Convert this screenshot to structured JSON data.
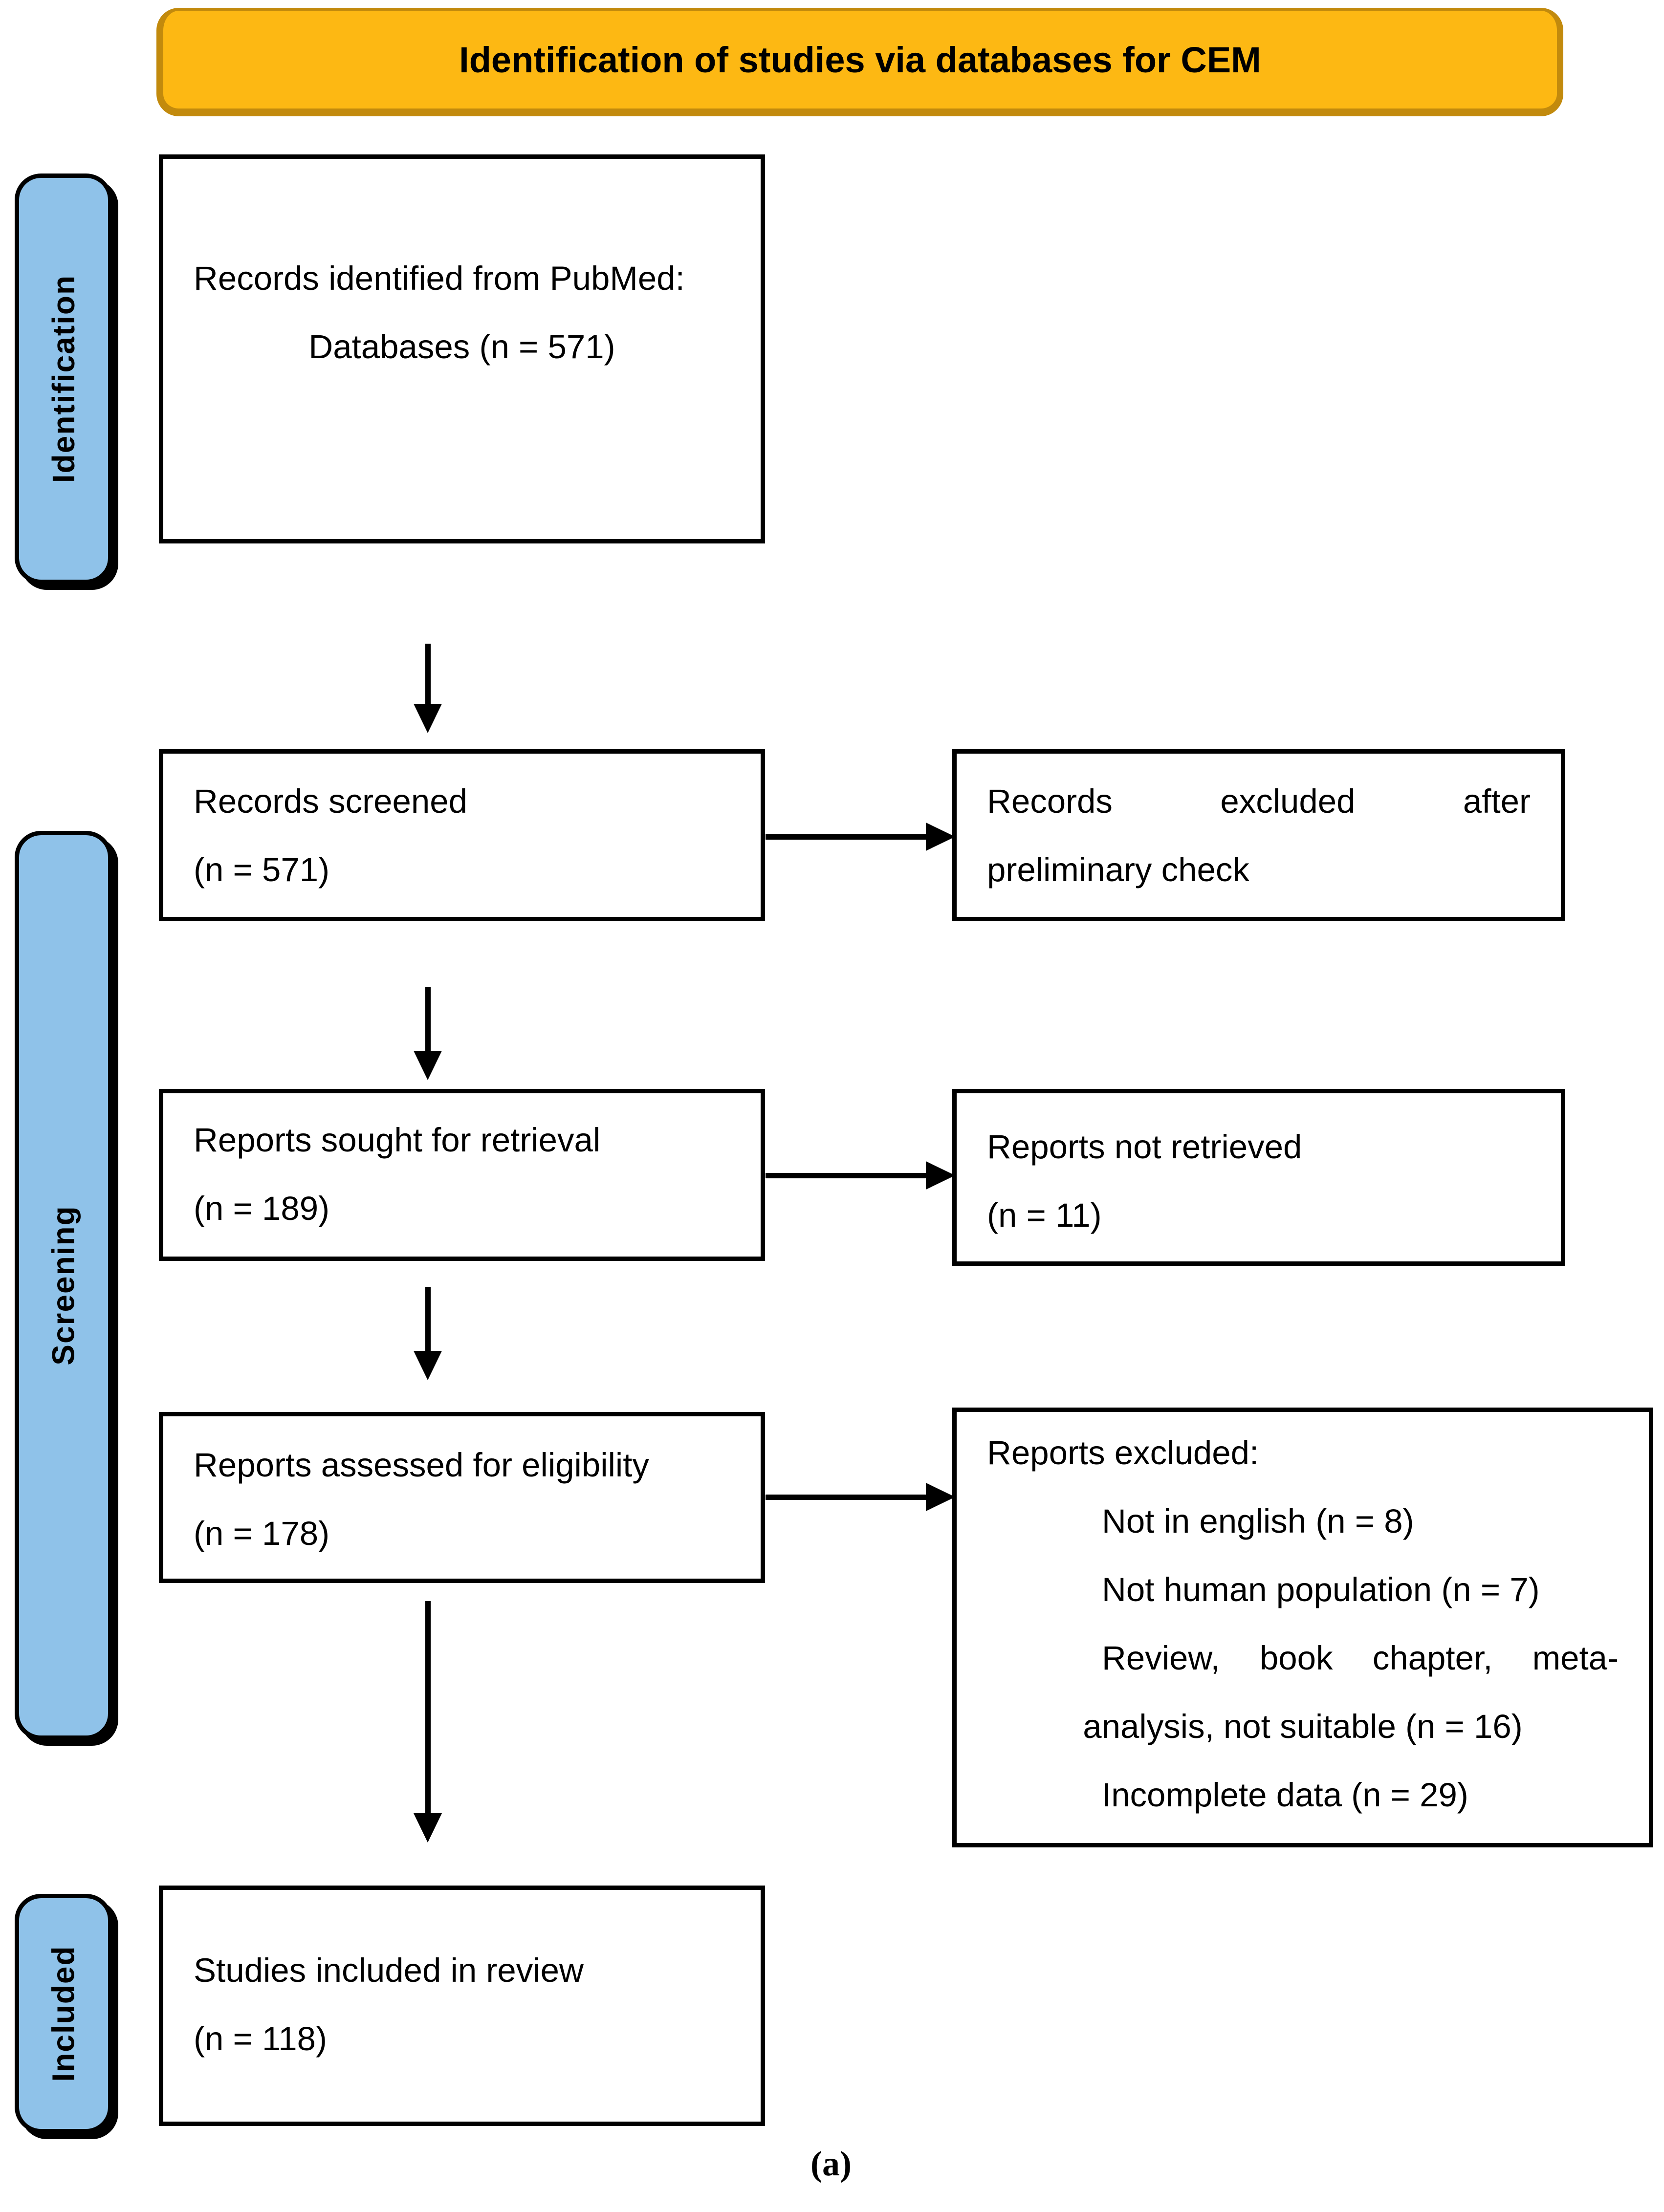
{
  "title": "Identification of studies via databases for CEM",
  "stages": {
    "identification": "Identification",
    "screening": "Screening",
    "included": "Included"
  },
  "boxes": {
    "identified": {
      "line1": "Records identified from PubMed:",
      "line2": "Databases (n = 571)"
    },
    "screened": {
      "line1": "Records screened",
      "line2": "(n = 571)"
    },
    "sought": {
      "line1": "Reports sought for retrieval",
      "line2": "(n = 189)"
    },
    "assessed": {
      "line1": "Reports assessed for eligibility",
      "line2": "(n = 178)"
    },
    "studies_included": {
      "line1": "Studies included in review",
      "line2": "(n = 118)"
    },
    "excluded_preliminary": {
      "line1": "Records excluded after",
      "line2": "preliminary check"
    },
    "not_retrieved": {
      "line1": "Reports not retrieved",
      "line2": "(n = 11)"
    },
    "reports_excluded": {
      "title": "Reports excluded:",
      "lines": [
        "Not in english (n = 8)",
        "Not human population (n = 7)",
        "Review, book chapter, meta-",
        "analysis, not suitable (n = 16)",
        "Incomplete data (n = 29)"
      ]
    }
  },
  "caption": "(a)",
  "colors": {
    "banner_fill": "#FDB813",
    "banner_border": "#C28A0D",
    "stage_pill_fill": "#8FC2E9",
    "box_border": "#000000",
    "text": "#000000"
  }
}
